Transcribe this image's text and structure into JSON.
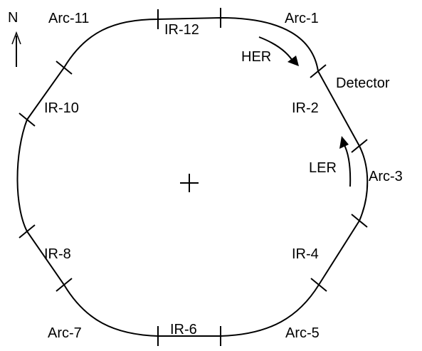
{
  "labels": {
    "north": "N",
    "arc_11": "Arc-11",
    "ir_12": "IR-12",
    "arc_1": "Arc-1",
    "her": "HER",
    "detector": "Detector",
    "ir_10": "IR-10",
    "ir_2": "IR-2",
    "ler": "LER",
    "arc_3": "Arc-3",
    "ir_8": "IR-8",
    "ir_4": "IR-4",
    "arc_7": "Arc-7",
    "ir_6": "IR-6",
    "arc_5": "Arc-5"
  },
  "colors": {
    "line": "#000000",
    "background": "#ffffff"
  }
}
